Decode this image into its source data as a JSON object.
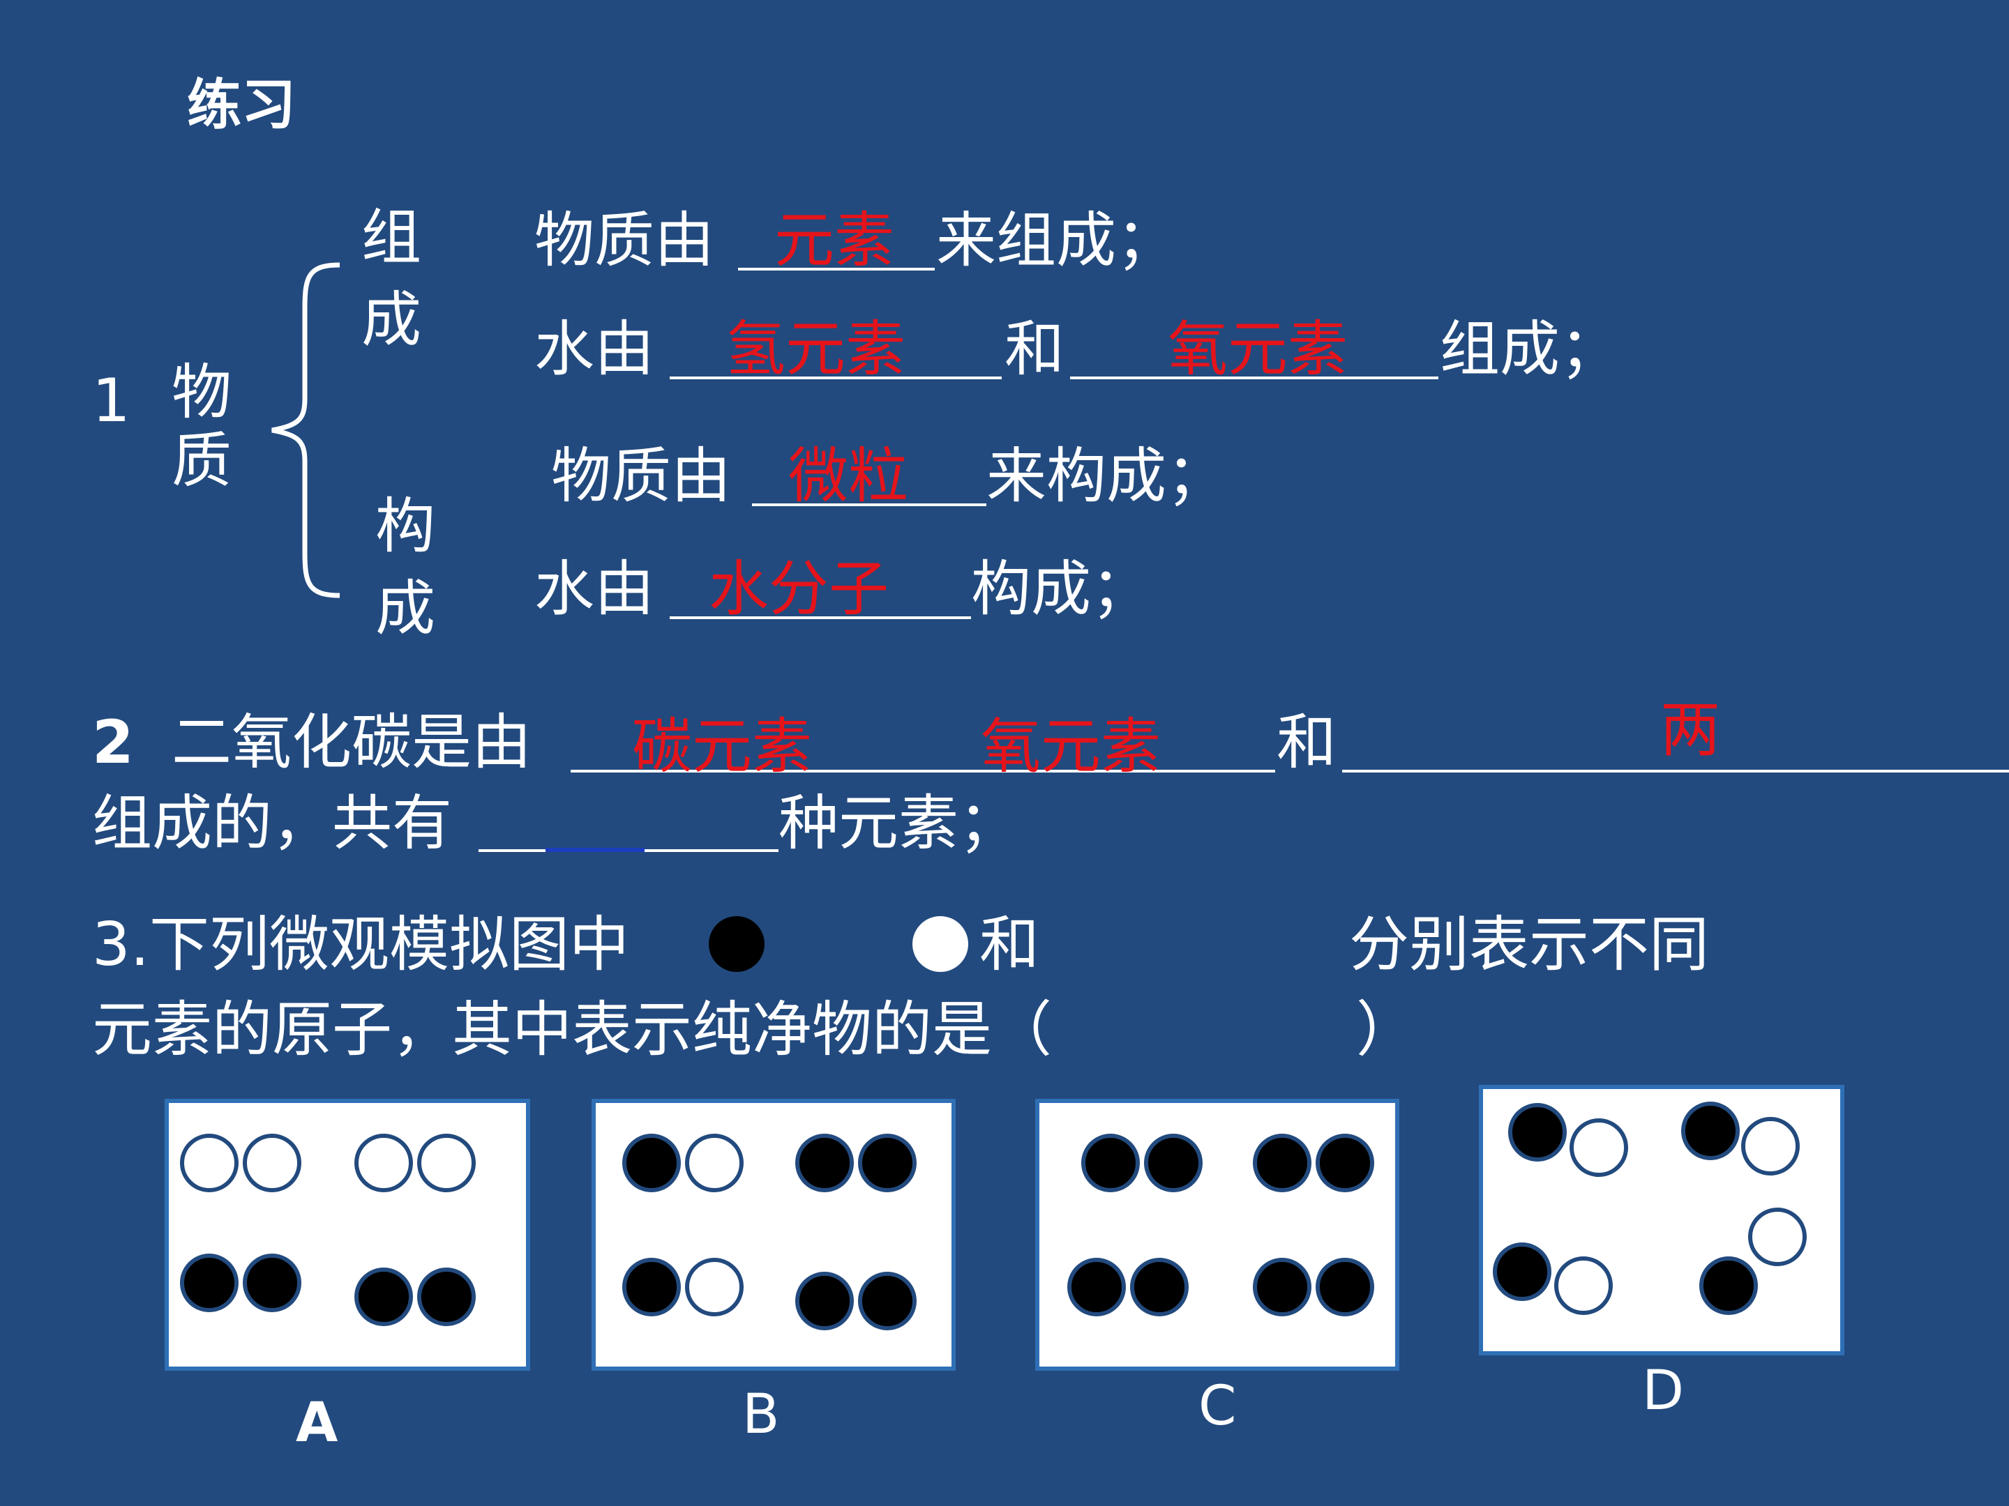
{
  "title": "练习",
  "q1": {
    "number": "1",
    "topic_c1": "物",
    "topic_c2": "质",
    "zucheng_c1": "组",
    "zucheng_c2": "成",
    "goucheng_c1": "构",
    "goucheng_c2": "成",
    "l1_pre": "物质由",
    "l1_ans": "元素",
    "l1_post": "来组成；",
    "l2_pre": "水由",
    "l2_ans1": "氢元素",
    "l2_mid": "和",
    "l2_ans2": "氧元素",
    "l2_post": "组成；",
    "l3_pre": "物质由",
    "l3_ans": "微粒",
    "l3_post": "来构成；",
    "l4_pre": "水由",
    "l4_ans": "水分子",
    "l4_post": "构成；"
  },
  "q2": {
    "number": "2",
    "pre": "二氧化碳是由",
    "ans1": "碳元素",
    "ans2": "氧元素",
    "mid": "和",
    "ans3": "两",
    "line2_pre": "组成的，共有",
    "line2_post": "种元素；"
  },
  "q3": {
    "pre": "3.下列微观模拟图中",
    "mid": "和",
    "post": "分别表示不同",
    "line2": "元素的原子，其中表示纯净物的是（",
    "line2_end": "）"
  },
  "options": [
    {
      "label": "A",
      "rows": [
        [
          "white",
          "white",
          "white",
          "white"
        ],
        [
          "black",
          "black",
          "black",
          "black"
        ]
      ]
    },
    {
      "label": "B",
      "rows": [
        [
          "black",
          "white",
          "black",
          "black"
        ],
        [
          "black",
          "white",
          "black",
          "black"
        ]
      ]
    },
    {
      "label": "C",
      "rows": [
        [
          "black",
          "black",
          "black",
          "black"
        ],
        [
          "black",
          "black",
          "black",
          "black"
        ]
      ]
    },
    {
      "label": "D",
      "rows": [
        [
          "black",
          "white",
          "black",
          "white"
        ],
        [
          "black",
          "white",
          "white",
          "black"
        ]
      ]
    }
  ],
  "colors": {
    "background": "#224a7e",
    "answer": "#e5141b",
    "box_border": "#2f6fb5"
  }
}
